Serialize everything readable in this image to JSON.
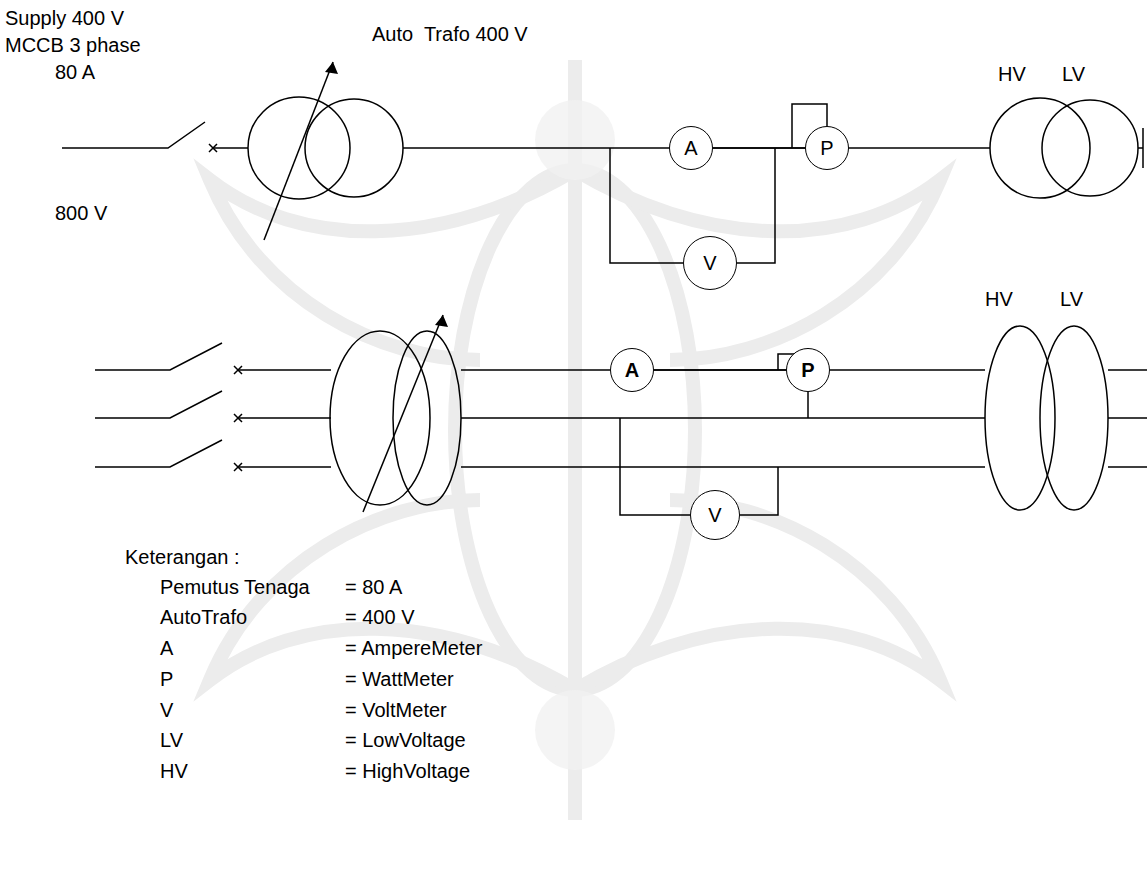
{
  "diagram": {
    "nodes": [
      {
        "text": [
          "A"
        ]
      },
      {
        "text": [
          "V"
        ]
      },
      {
        "text": [
          "P"
        ]
      },
      {
        "text": [
          "A"
        ]
      },
      {
        "text": [
          "P"
        ]
      },
      {
        "text": [
          "V"
        ]
      }
    ],
    "edges": [
      {
        "from": 0,
        "to": 2,
        "arrow": "none"
      },
      {
        "from": 3,
        "to": 4,
        "arrow": "none"
      }
    ],
    "labels": [
      "Supply 400 V",
      "MCCB 3 phase",
      "80 A",
      "Auto  Trafo 400 V",
      "800 V",
      "HV",
      "LV",
      "HV",
      "LV",
      "Keterangan :",
      "Pemutus Tenaga",
      "= 80 A",
      "AutoTrafo",
      "= 400 V",
      "A",
      "= AmpereMeter",
      "P",
      "= WattMeter",
      "V",
      "= VoltMeter",
      "LV",
      "= LowVoltage",
      "HV",
      "= HighVoltage"
    ]
  }
}
